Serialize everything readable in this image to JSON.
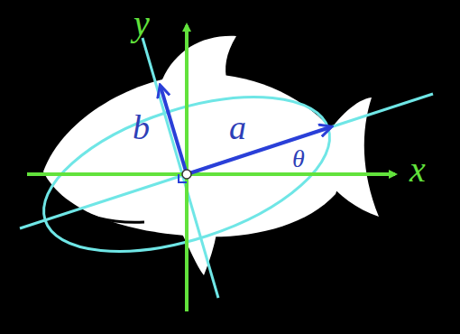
{
  "diagram": {
    "labels": [
      "y",
      "x",
      "b",
      "a",
      "θ"
    ]
  }
}
